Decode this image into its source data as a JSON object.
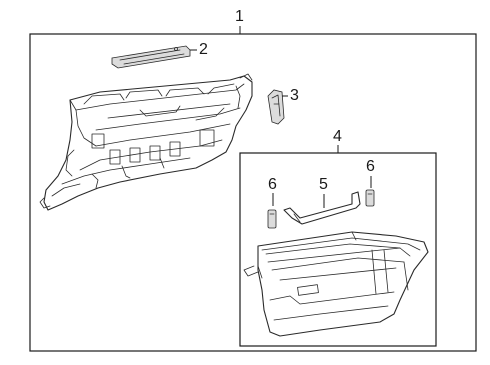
{
  "callouts": {
    "c1": "1",
    "c2": "2",
    "c3": "3",
    "c4": "4",
    "c5": "5",
    "c6a": "6",
    "c6b": "6"
  }
}
